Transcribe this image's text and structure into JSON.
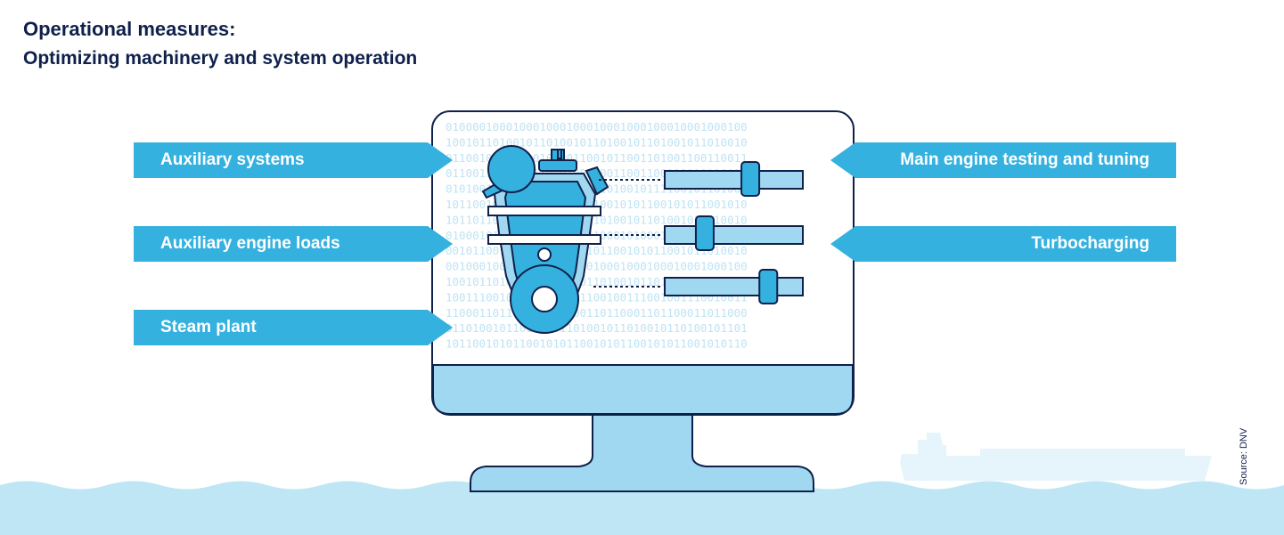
{
  "header": {
    "title": "Operational measures:",
    "subtitle": "Optimizing machinery and system operation"
  },
  "labels_left": [
    "Auxiliary systems",
    "Auxiliary engine loads",
    "Steam plant"
  ],
  "labels_right": [
    "Main engine testing and tuning",
    "Turbocharging"
  ],
  "source": "Source: DNV",
  "sliders": [
    0.62,
    0.29,
    0.75
  ],
  "binary_lines": [
    "010000100010001000100010001000100010001000100",
    "100101101001011010010110100101101001011010010",
    "011001011001101010011001011001101001100110011",
    "011001101010011000100110011001100110010110011",
    "010100101001101101001011010010111100101101001",
    "101100101001010110010110010101100101011001010",
    "101101101001011010010110100101101001011010010",
    "010001011000100010100010001010001000101000101",
    "001011001010110010110101100101011001011010010",
    "001000100010001000100010001000100010001000100",
    "100101101001011010010110100101101001011010010",
    "100111001001110010011100100111001001110010011",
    "110001101100011011000110110001101100011011000",
    "011010010110100101101001011010010110100101101",
    "101100101011001010110010101100101011001010110"
  ],
  "colors": {
    "navy": "#0f204b",
    "label_blue": "#35b1e0",
    "light_blue": "#9fd8f0",
    "sea": "#bfe6f5",
    "binary_text": "#bfe3f4"
  },
  "icons": [
    "computer-monitor-icon",
    "engine-icon",
    "slider-control-icon",
    "ship-silhouette-icon",
    "sea-waves-icon"
  ]
}
